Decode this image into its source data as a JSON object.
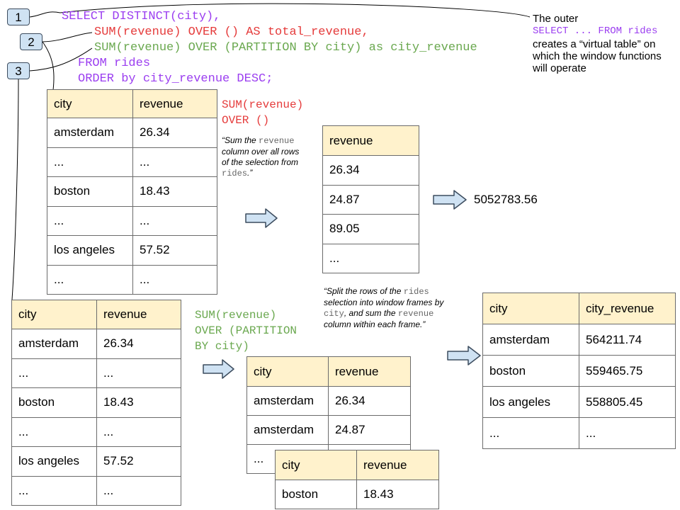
{
  "badges": [
    "1",
    "2",
    "3"
  ],
  "query": {
    "line1": "SELECT DISTINCT(city),",
    "line2": "SUM(revenue) OVER () AS total_revenue,",
    "line3": "SUM(revenue) OVER (PARTITION BY city) as city_revenue",
    "line4": "FROM rides",
    "line5": "ORDER by city_revenue DESC;"
  },
  "annotation": {
    "line1": "The outer",
    "code": "SELECT ... FROM rides",
    "line3": "creates a “virtual table” on which the window functions will operate"
  },
  "total_section": {
    "func": "SUM(revenue)\nOVER ()",
    "desc_parts": [
      "“Sum the ",
      "revenue",
      " column over all rows of the selection from ",
      "rides",
      ".”"
    ],
    "result": "5052783.56"
  },
  "partition_section": {
    "func": "SUM(revenue)\nOVER (PARTITION\nBY city)",
    "desc_parts": [
      "“Split the rows of the ",
      "rides",
      " selection into window frames by ",
      "city",
      ", and sum the ",
      "revenue",
      " column within each frame.”"
    ]
  },
  "tables": {
    "source_top": {
      "headers": [
        "city",
        "revenue"
      ],
      "rows": [
        [
          "amsterdam",
          "26.34"
        ],
        [
          "...",
          "..."
        ],
        [
          "boston",
          "18.43"
        ],
        [
          "...",
          "..."
        ],
        [
          "los angeles",
          "57.52"
        ],
        [
          "...",
          "..."
        ]
      ]
    },
    "revenue_only": {
      "headers": [
        "revenue"
      ],
      "rows": [
        [
          "26.34"
        ],
        [
          "24.87"
        ],
        [
          "89.05"
        ],
        [
          "..."
        ]
      ]
    },
    "source_bottom": {
      "headers": [
        "city",
        "revenue"
      ],
      "rows": [
        [
          "amsterdam",
          "26.34"
        ],
        [
          "...",
          "..."
        ],
        [
          "boston",
          "18.43"
        ],
        [
          "...",
          "..."
        ],
        [
          "los angeles",
          "57.52"
        ],
        [
          "...",
          "..."
        ]
      ]
    },
    "frame_amsterdam": {
      "headers": [
        "city",
        "revenue"
      ],
      "rows": [
        [
          "amsterdam",
          "26.34"
        ],
        [
          "amsterdam",
          "24.87"
        ],
        [
          "...",
          ""
        ]
      ]
    },
    "frame_boston": {
      "headers": [
        "city",
        "revenue"
      ],
      "rows": [
        [
          "boston",
          "18.43"
        ]
      ]
    },
    "city_revenue": {
      "headers": [
        "city",
        "city_revenue"
      ],
      "rows": [
        [
          "amsterdam",
          "564211.74"
        ],
        [
          "boston",
          "559465.75"
        ],
        [
          "los angeles",
          "558805.45"
        ],
        [
          "...",
          "..."
        ]
      ]
    }
  }
}
